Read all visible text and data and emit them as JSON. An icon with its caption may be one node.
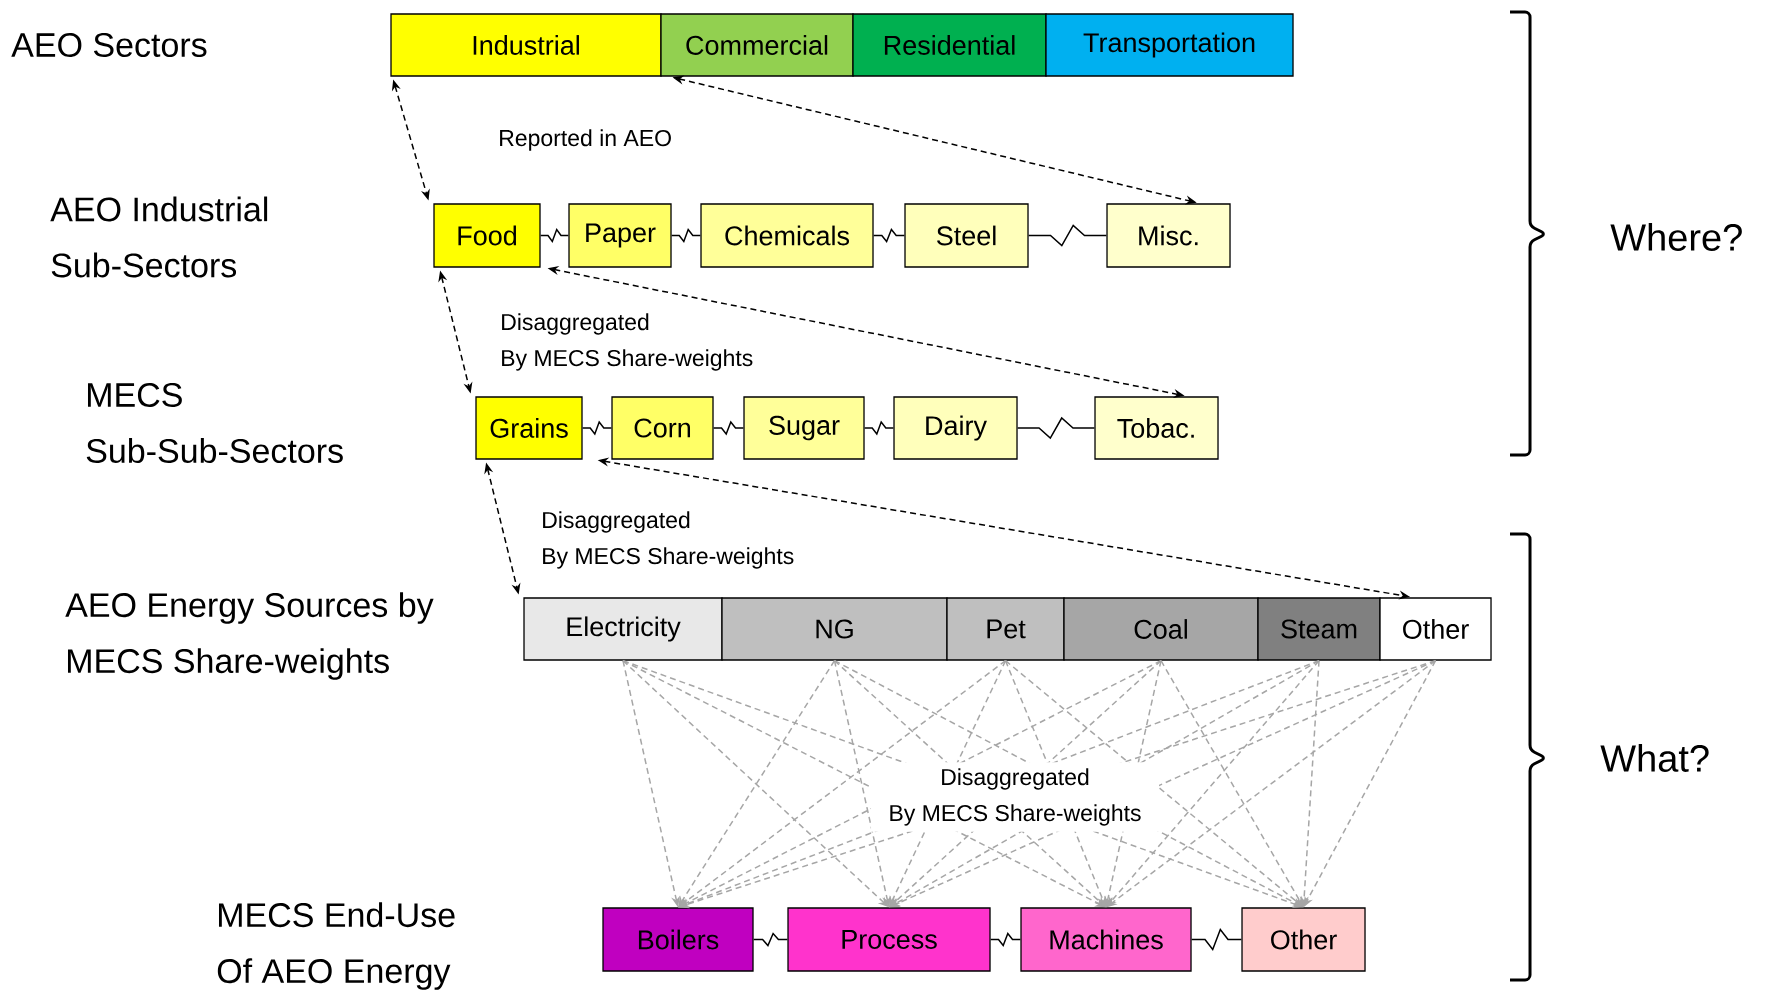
{
  "diagram": {
    "nodes": [
      {
        "text": [
          "Industrial"
        ]
      },
      {
        "text": [
          "Commercial"
        ]
      },
      {
        "text": [
          "Residential"
        ]
      },
      {
        "text": [
          "Transportation"
        ]
      },
      {
        "text": [
          "Food"
        ]
      },
      {
        "text": [
          "Paper"
        ]
      },
      {
        "text": [
          "Chemicals"
        ]
      },
      {
        "text": [
          "Steel"
        ]
      },
      {
        "text": [
          "Misc."
        ]
      },
      {
        "text": [
          "Grains"
        ]
      },
      {
        "text": [
          "Corn"
        ]
      },
      {
        "text": [
          "Sugar"
        ]
      },
      {
        "text": [
          "Dairy"
        ]
      },
      {
        "text": [
          "Tobac."
        ]
      },
      {
        "text": [
          "Electricity"
        ]
      },
      {
        "text": [
          "NG"
        ]
      },
      {
        "text": [
          "Pet"
        ]
      },
      {
        "text": [
          "Coal"
        ]
      },
      {
        "text": [
          "Steam"
        ]
      },
      {
        "text": [
          "Other"
        ]
      },
      {
        "text": [
          "Boilers"
        ]
      },
      {
        "text": [
          "Process"
        ]
      },
      {
        "text": [
          "Machines"
        ]
      },
      {
        "text": [
          "Other"
        ]
      }
    ],
    "edges": [
      {
        "from": 0,
        "to": 4,
        "arrow": "both",
        "style": "dashed",
        "color": "#000000"
      },
      {
        "from": 0,
        "to": 8,
        "arrow": "both",
        "style": "dashed",
        "color": "#000000"
      },
      {
        "from": 4,
        "to": 5,
        "arrow": "none",
        "color": "#000000"
      },
      {
        "from": 5,
        "to": 6,
        "arrow": "none",
        "color": "#000000"
      },
      {
        "from": 6,
        "to": 7,
        "arrow": "none",
        "color": "#000000"
      },
      {
        "from": 7,
        "to": 8,
        "arrow": "none",
        "color": "#000000"
      },
      {
        "from": 4,
        "to": 13,
        "arrow": "both",
        "style": "dashed",
        "color": "#000000"
      },
      {
        "from": 4,
        "to": 9,
        "arrow": "both",
        "style": "dashed",
        "color": "#000000"
      },
      {
        "from": 9,
        "to": 10,
        "arrow": "none",
        "color": "#000000"
      },
      {
        "from": 10,
        "to": 11,
        "arrow": "none",
        "color": "#000000"
      },
      {
        "from": 11,
        "to": 12,
        "arrow": "none",
        "color": "#000000"
      },
      {
        "from": 12,
        "to": 13,
        "arrow": "none",
        "color": "#000000"
      },
      {
        "from": 9,
        "to": 14,
        "arrow": "both",
        "style": "dashed",
        "color": "#000000"
      },
      {
        "from": 9,
        "to": 19,
        "arrow": "both",
        "style": "dashed",
        "color": "#000000"
      },
      {
        "from": 14,
        "to": 20,
        "arrow": "to",
        "style": "dashed",
        "color": "#a6a6a6"
      },
      {
        "from": 14,
        "to": 21,
        "arrow": "to",
        "style": "dashed",
        "color": "#a6a6a6"
      },
      {
        "from": 14,
        "to": 22,
        "arrow": "to",
        "style": "dashed",
        "color": "#a6a6a6"
      },
      {
        "from": 14,
        "to": 23,
        "arrow": "to",
        "style": "dashed",
        "color": "#a6a6a6"
      },
      {
        "from": 15,
        "to": 20,
        "arrow": "to",
        "style": "dashed",
        "color": "#a6a6a6"
      },
      {
        "from": 15,
        "to": 21,
        "arrow": "to",
        "style": "dashed",
        "color": "#a6a6a6"
      },
      {
        "from": 15,
        "to": 22,
        "arrow": "to",
        "style": "dashed",
        "color": "#a6a6a6"
      },
      {
        "from": 15,
        "to": 23,
        "arrow": "to",
        "style": "dashed",
        "color": "#a6a6a6"
      },
      {
        "from": 16,
        "to": 20,
        "arrow": "to",
        "style": "dashed",
        "color": "#a6a6a6"
      },
      {
        "from": 16,
        "to": 21,
        "arrow": "to",
        "style": "dashed",
        "color": "#a6a6a6"
      },
      {
        "from": 16,
        "to": 22,
        "arrow": "to",
        "style": "dashed",
        "color": "#a6a6a6"
      },
      {
        "from": 16,
        "to": 23,
        "arrow": "to",
        "style": "dashed",
        "color": "#a6a6a6"
      },
      {
        "from": 17,
        "to": 20,
        "arrow": "to",
        "style": "dashed",
        "color": "#a6a6a6"
      },
      {
        "from": 17,
        "to": 21,
        "arrow": "to",
        "style": "dashed",
        "color": "#a6a6a6"
      },
      {
        "from": 17,
        "to": 22,
        "arrow": "to",
        "style": "dashed",
        "color": "#a6a6a6"
      },
      {
        "from": 17,
        "to": 23,
        "arrow": "to",
        "style": "dashed",
        "color": "#a6a6a6"
      },
      {
        "from": 18,
        "to": 20,
        "arrow": "to",
        "style": "dashed",
        "color": "#a6a6a6"
      },
      {
        "from": 18,
        "to": 21,
        "arrow": "to",
        "style": "dashed",
        "color": "#a6a6a6"
      },
      {
        "from": 18,
        "to": 22,
        "arrow": "to",
        "style": "dashed",
        "color": "#a6a6a6"
      },
      {
        "from": 18,
        "to": 23,
        "arrow": "to",
        "style": "dashed",
        "color": "#a6a6a6"
      },
      {
        "from": 19,
        "to": 20,
        "arrow": "to",
        "style": "dashed",
        "color": "#a6a6a6"
      },
      {
        "from": 19,
        "to": 21,
        "arrow": "to",
        "style": "dashed",
        "color": "#a6a6a6"
      },
      {
        "from": 19,
        "to": 22,
        "arrow": "to",
        "style": "dashed",
        "color": "#a6a6a6"
      },
      {
        "from": 19,
        "to": 23,
        "arrow": "to",
        "style": "dashed",
        "color": "#a6a6a6"
      },
      {
        "from": 20,
        "to": 21,
        "arrow": "none",
        "color": "#000000"
      },
      {
        "from": 21,
        "to": 22,
        "arrow": "none",
        "color": "#000000"
      },
      {
        "from": 22,
        "to": 23,
        "arrow": "none",
        "color": "#000000"
      }
    ],
    "labels": [
      "AEO Sectors",
      "Reported in AEO",
      "AEO Industrial Sub-Sectors",
      "Where?",
      "Disaggregated By MECS Share-weights",
      "MECS Sub-Sub-Sectors",
      "Disaggregated By MECS Share-weights",
      "AEO Energy Sources by MECS Share-weights",
      "What?",
      "Disaggregated By MECS Share-weights",
      "MECS End-Use Of AEO Energy"
    ]
  }
}
